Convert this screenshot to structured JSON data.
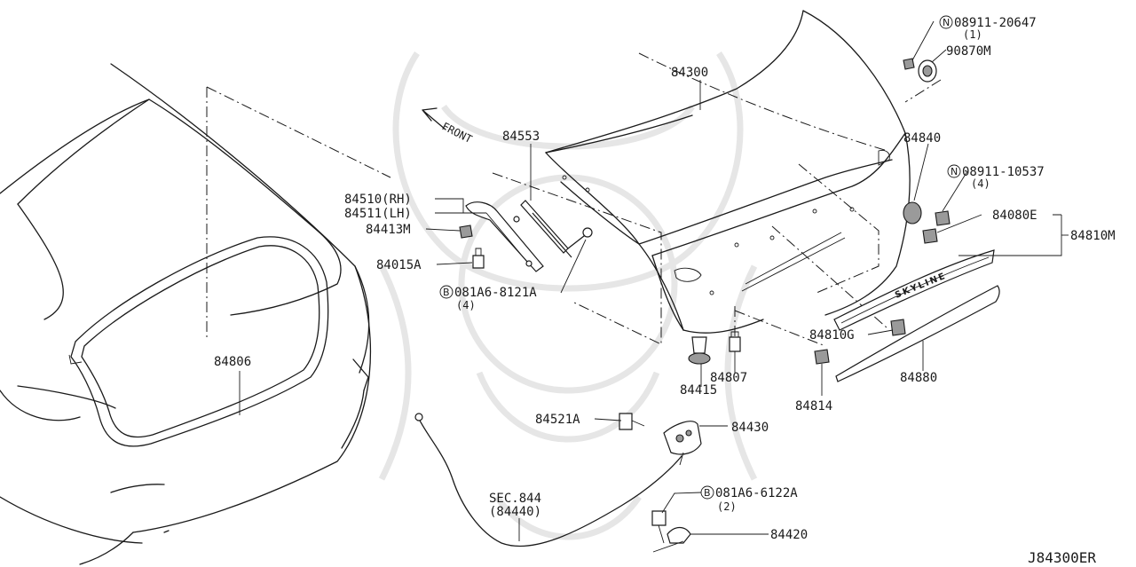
{
  "diagram_code": "J84300ER",
  "front_arrow_label": "FRONT",
  "emblem_text": "SKYLINE",
  "callouts": {
    "p84300": "84300",
    "p84553": "84553",
    "p84510": "84510(RH)",
    "p84511": "84511(LH)",
    "p84413M": "84413M",
    "p84015A": "84015A",
    "p081A6_8121A": "081A6-8121A",
    "p081A6_8121A_qty": "(4)",
    "p84806": "84806",
    "p08911_20647": "08911-20647",
    "p08911_20647_qty": "(1)",
    "p90870M": "90870M",
    "p84840": "84840",
    "p08911_10537": "08911-10537",
    "p08911_10537_qty": "(4)",
    "p84080E": "84080E",
    "p84810M": "84810M",
    "p84810G": "84810G",
    "p84807": "84807",
    "p84415": "84415",
    "p84814": "84814",
    "p84880": "84880",
    "p84521A": "84521A",
    "p84430": "84430",
    "sec844": "SEC.844",
    "sec844_ref": "(84440)",
    "p081A6_6122A": "081A6-6122A",
    "p081A6_6122A_qty": "(2)",
    "p84420": "84420"
  },
  "badges": {
    "nut_symbol": "N",
    "bolt_symbol": "B"
  }
}
